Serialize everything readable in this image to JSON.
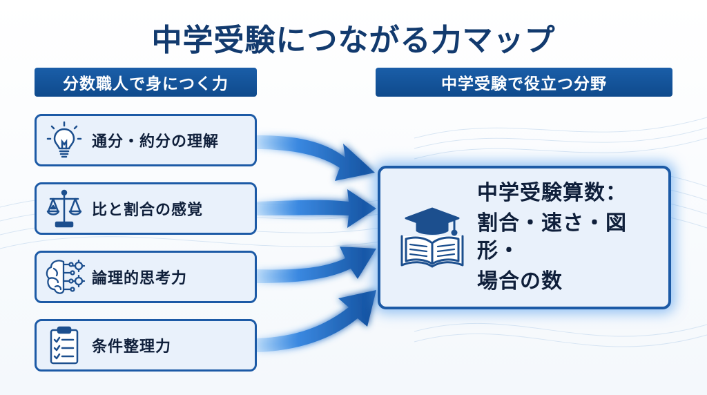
{
  "title": "中学受験につながる力マップ",
  "left_column": {
    "header": "分数職人で身につく力",
    "items": [
      {
        "label": "通分・約分の理解",
        "icon": "lightbulb-icon"
      },
      {
        "label": "比と割合の感覚",
        "icon": "balance-scale-icon"
      },
      {
        "label": "論理的思考力",
        "icon": "brain-gear-icon"
      },
      {
        "label": "条件整理力",
        "icon": "clipboard-checklist-icon"
      }
    ]
  },
  "right_column": {
    "header": "中学受験で役立つ分野",
    "target": {
      "icon": "graduation-cap-book-icon",
      "lines": [
        "中学受験算数：",
        "割合・速さ・図形・",
        "場合の数"
      ]
    }
  },
  "colors": {
    "primary": "#1c5aa6",
    "header_bg": "#0f4a8c",
    "box_bg": "#e9f1fb",
    "title": "#123a6e",
    "arrow": "#1a5fb4",
    "glow": "#4f9be8"
  }
}
